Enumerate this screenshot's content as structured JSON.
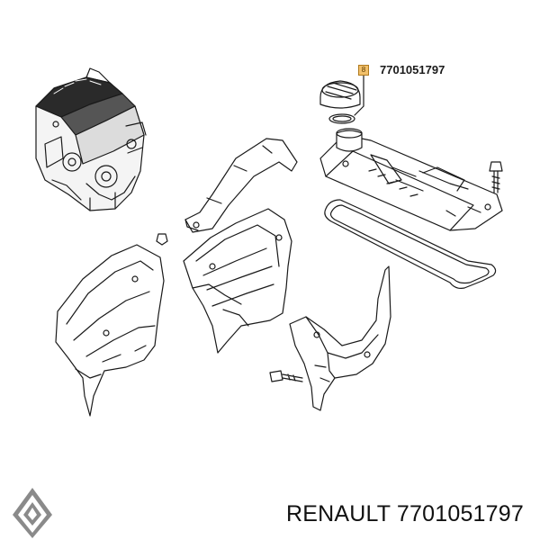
{
  "callout": {
    "marker_label": "8",
    "part_number": "7701051797"
  },
  "footer": {
    "brand": "RENAULT",
    "part_number": "7701051797",
    "caption": "RENAULT 7701051797"
  },
  "colors": {
    "line": "#1a1a1a",
    "marker_fill": "#f2c06a",
    "logo_gray": "#8a8a8a"
  }
}
